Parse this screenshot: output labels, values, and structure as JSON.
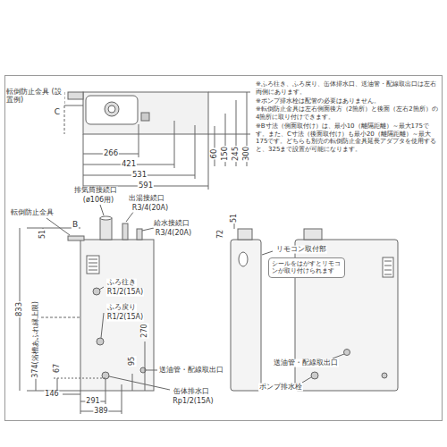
{
  "diagram": {
    "nodes": [
      {
        "text": [
          "シールをはがすとリモコンが取り付けられます"
        ]
      }
    ],
    "labels": [
      "※ふろ往き、ふろ戻り、缶体排水口、送油管・配線取出口は左右両側にあります。",
      "※ポンプ排水栓は配管の必要はありません。",
      "※転倒防止金具は左右側面後方（2箇所）と後面（左右2箇所）の4箇所に取り付けできます。",
      "※B寸法（側面取付け）は、最小10（離隔距離）～最大175です。また、C寸法（後面取付け）も最小20（離隔距離）～最大175です。どちらも別売の転倒防止金具延長アダプタを使用すると、325まで設置が可能になります。",
      "転倒防止金具 (設置例)",
      "C",
      "266",
      "421",
      "531",
      "591",
      "60",
      "150",
      "245",
      "300",
      "転倒防止金具",
      "B",
      "排気筒接続口",
      "(ø106用)",
      "出湯接続口",
      "R3/4(20A)",
      "給水接続口",
      "R3/4(20A)",
      "51",
      "833",
      "374(浴槽あふれ縁上限)",
      "ふろ往き",
      "R1/2(15A)",
      "ふろ戻り",
      "R1/2(15A)",
      "67",
      "95",
      "270",
      "146",
      "291",
      "389",
      "缶体排水口",
      "Rp1/2(15A)",
      "送油管・配線取出口",
      "72",
      "51",
      "リモコン取付部",
      "送油管・配線取出口",
      "ポンプ排水栓"
    ]
  }
}
